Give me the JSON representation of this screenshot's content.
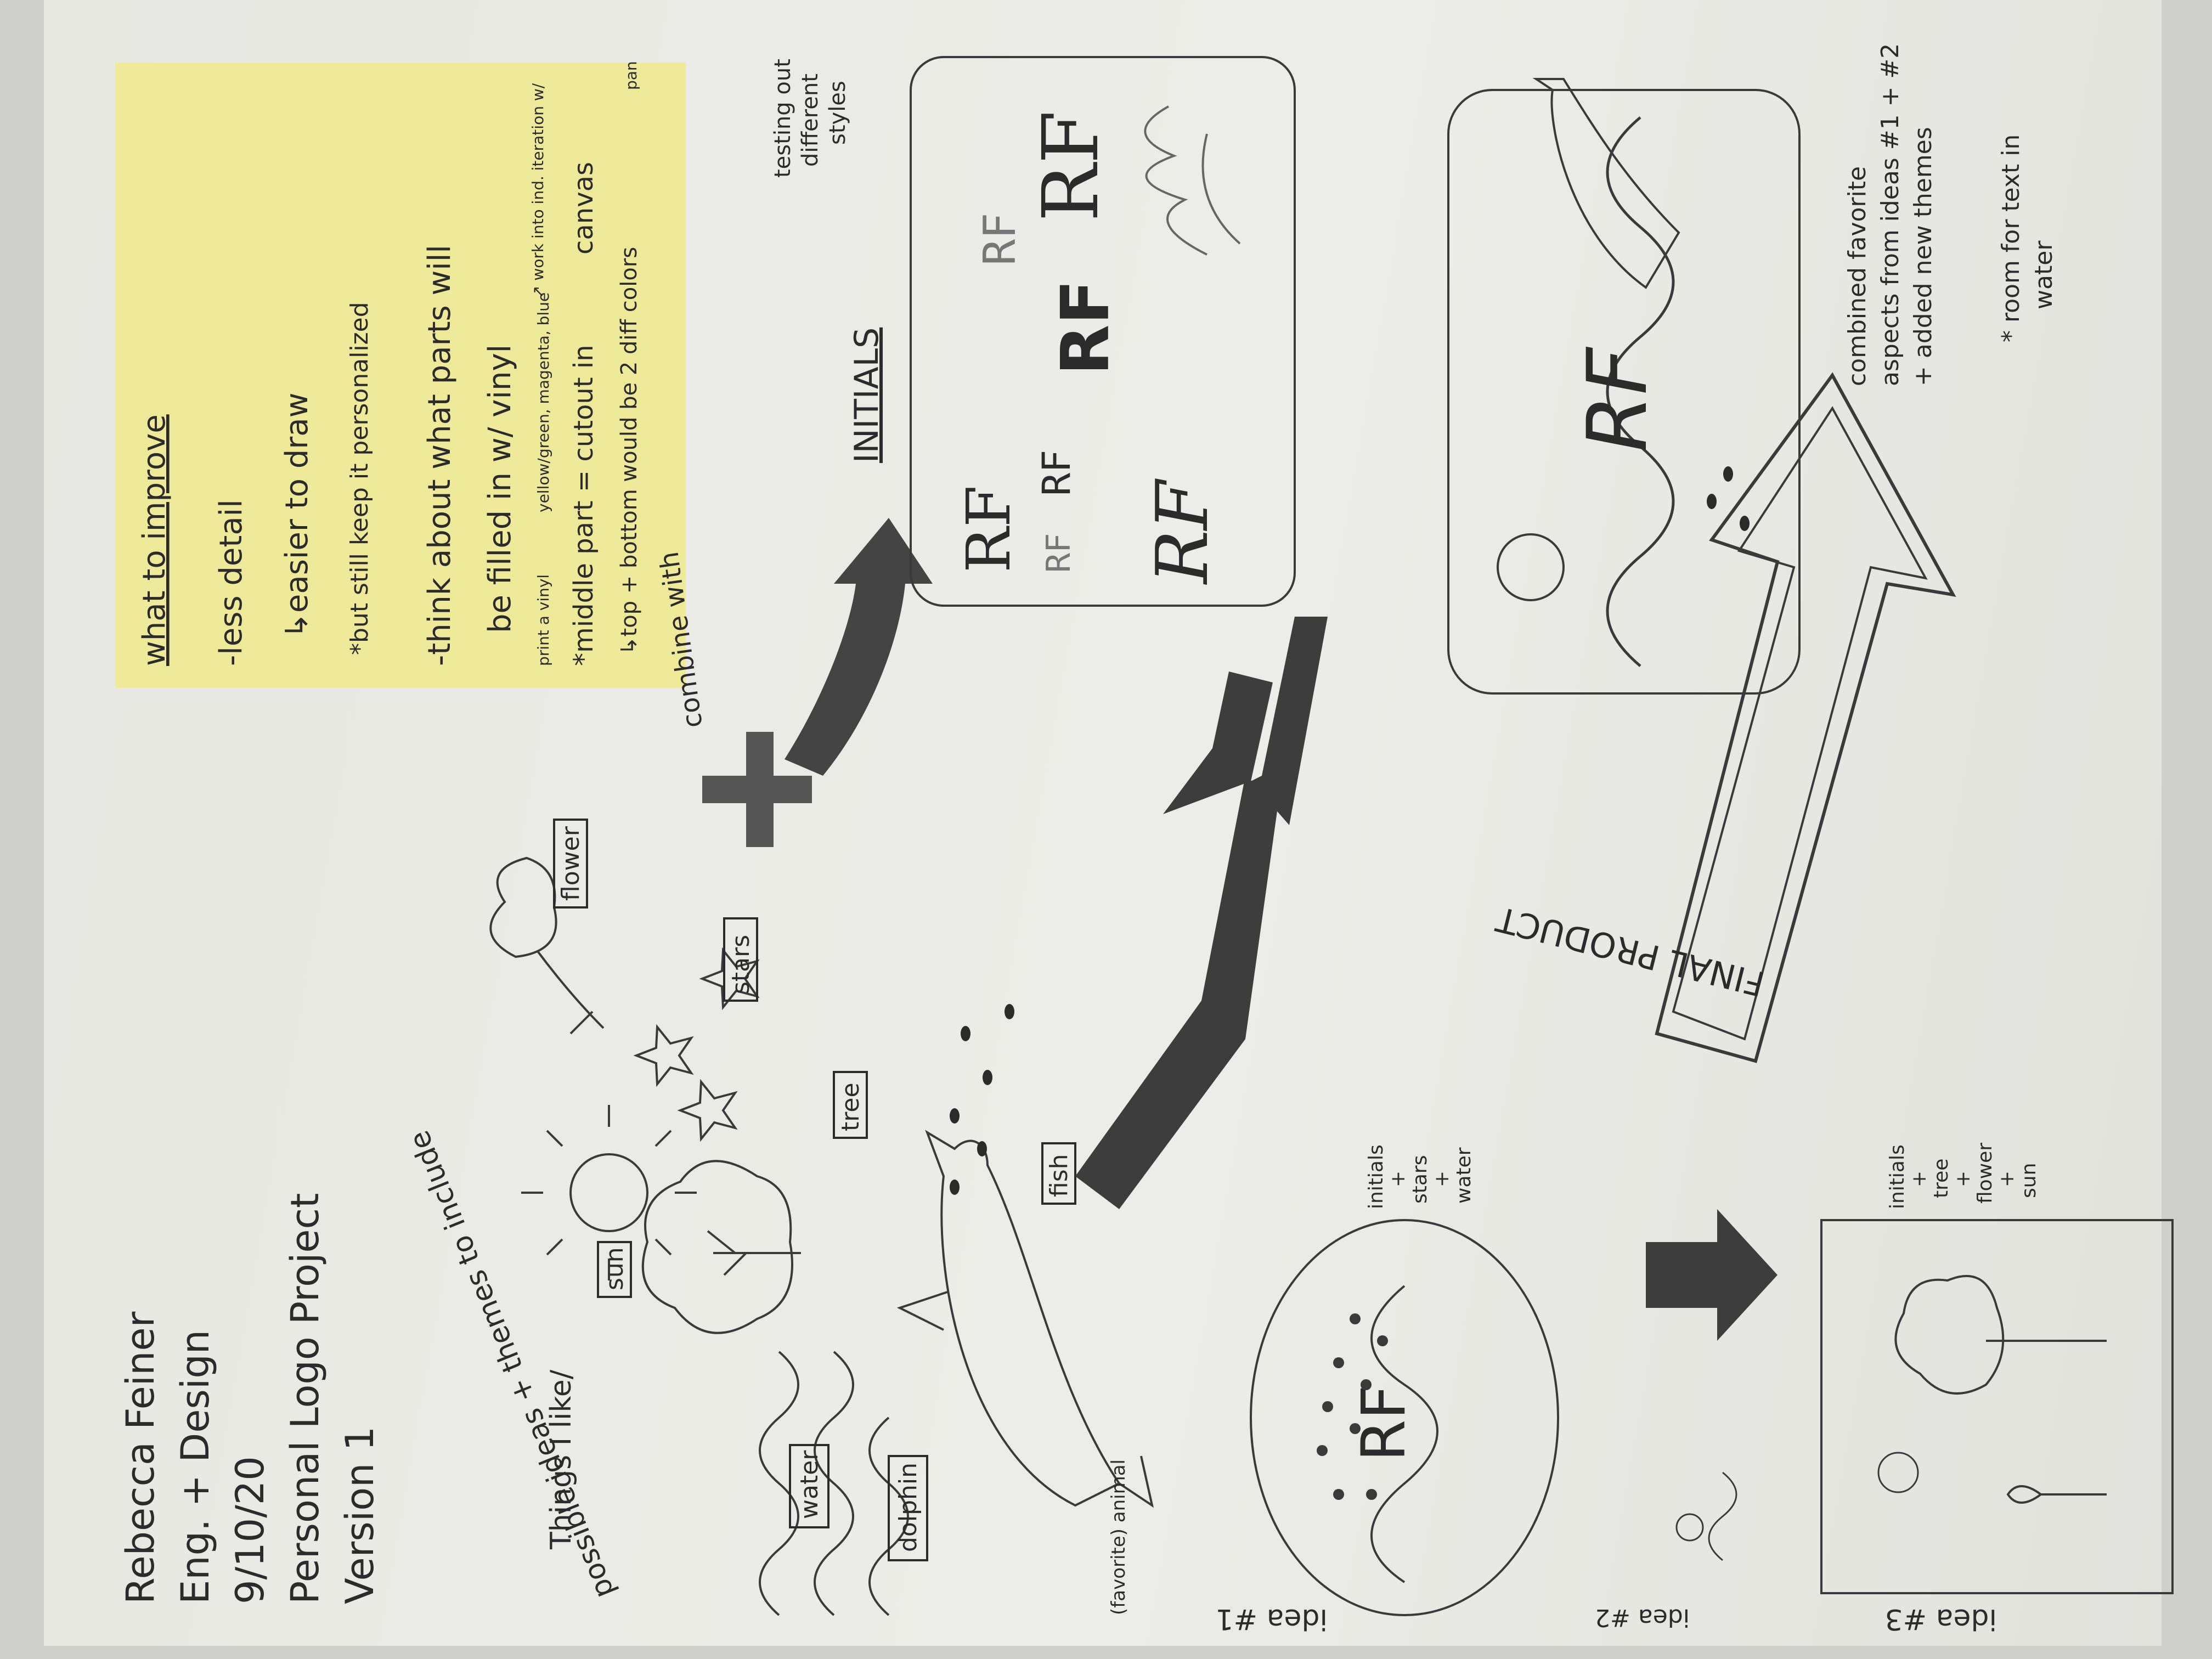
{
  "header": {
    "name": "Rebecca Feiner",
    "course": "Eng. + Design",
    "date": "9/10/20",
    "project": "Personal Logo Project",
    "version": "Version 1"
  },
  "themes": {
    "heading_line1": "Things I like/",
    "heading_line2": "possible ideas + themes to include",
    "labels": {
      "water": "water",
      "dolphin": "dolphin",
      "favorite_animal": "(favorite) animal",
      "sun": "sun",
      "tree": "tree",
      "fish": "fish",
      "stars": "stars",
      "flower": "flower"
    }
  },
  "sticky_note": {
    "title": "what to improve",
    "line1": "-less detail",
    "line2": "↳easier to draw",
    "line3": "*but still keep it personalized",
    "line4": "-think about what parts will",
    "line5": "be filled in w/ vinyl",
    "note_print": "print a vinyl",
    "note_colors": "yellow/green, magenta, blue",
    "line6": "*middle part = cutout in",
    "line7": "↳top + bottom would be 2 diff colors",
    "canvas_word": "canvas",
    "side_note": "↗ work into ind. iteration w/",
    "pan": "pan"
  },
  "combine": {
    "label": "combine with"
  },
  "initials": {
    "title": "INITIALS",
    "caption_line1": "testing out",
    "caption_line2": "different",
    "caption_line3": "styles",
    "samples": [
      "RF",
      "RF",
      "RF",
      "RF",
      "RF",
      "RF",
      "RF"
    ]
  },
  "ideas": {
    "idea1_label": "idea #1",
    "idea1_initials": "RF",
    "idea1_note_line1": "initials",
    "idea1_note_line2": "+",
    "idea1_note_line3": "stars",
    "idea1_note_line4": "+",
    "idea1_note_line5": "water",
    "idea2_label": "idea #2",
    "idea3_label": "idea #3",
    "idea3_note_line1": "initials",
    "idea3_note_line2": "+",
    "idea3_note_line3": "tree",
    "idea3_note_line4": "+",
    "idea3_note_line5": "flower",
    "idea3_note_line6": "+",
    "idea3_note_line7": "sun"
  },
  "final": {
    "arrow_label": "FINAL PRODUCT",
    "logo_initials": "RF",
    "caption_line1": "combined favorite",
    "caption_line2": "aspects from ideas #1 + #2",
    "caption_line3": "+ added new themes",
    "water_note_line1": "* room for text in",
    "water_note_line2": "water"
  }
}
